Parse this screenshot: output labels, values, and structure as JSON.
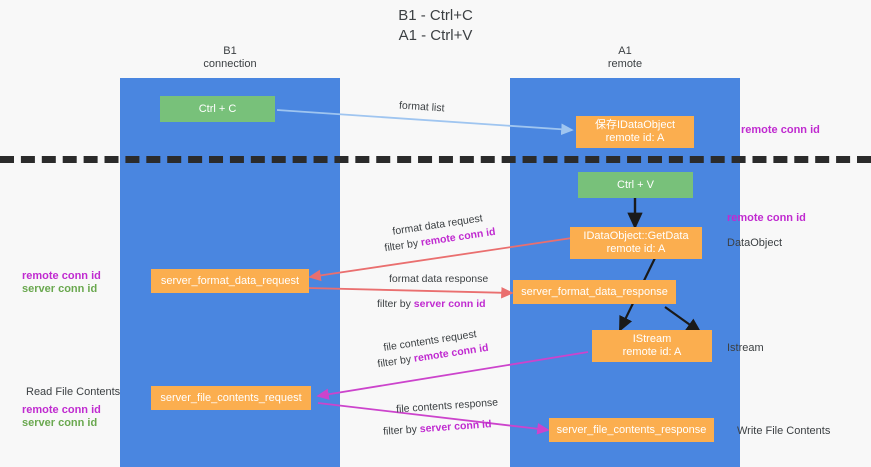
{
  "title": "B1 - Ctrl+C\nA1 - Ctrl+V",
  "columns": [
    {
      "name": "b1",
      "header": "B1\nconnection"
    },
    {
      "name": "a1",
      "header": "A1\nremote"
    }
  ],
  "boxes": {
    "ctrl_c": {
      "line1": "Ctrl + C",
      "line2": "",
      "color": "#78c17a"
    },
    "save_idobj": {
      "line1": "保存IDataObject",
      "line2": "remote id: A",
      "color": "#fbae4f"
    },
    "ctrl_v": {
      "line1": "Ctrl + V",
      "line2": "",
      "color": "#78c17a"
    },
    "getdata": {
      "line1": "IDataObject::GetData",
      "line2": "remote id: A",
      "color": "#fbae4f"
    },
    "fmt_req": {
      "line1": "server_format_data_request",
      "line2": "",
      "color": "#fbae4f"
    },
    "fmt_resp": {
      "line1": "server_format_data_response",
      "line2": "",
      "color": "#fbae4f"
    },
    "istream": {
      "line1": "IStream",
      "line2": "remote id: A",
      "color": "#fbae4f"
    },
    "file_req": {
      "line1": "server_file_contents_request",
      "line2": "",
      "color": "#fbae4f"
    },
    "file_resp": {
      "line1": "server_file_contents_response",
      "line2": "",
      "color": "#fbae4f"
    }
  },
  "arrow_labels": {
    "format_list": {
      "text": "format list",
      "highlight": ""
    },
    "fmt_req_l1": {
      "text": "format data request"
    },
    "fmt_req_l2": {
      "prefix": "filter by ",
      "highlight": "remote conn id"
    },
    "fmt_resp_l1": {
      "text": "format data response"
    },
    "fmt_resp_l2": {
      "prefix": "filter by ",
      "highlight": "server conn id"
    },
    "file_req_l1": {
      "text": "file contents request"
    },
    "file_req_l2": {
      "prefix": "filter by ",
      "highlight": "remote conn id"
    },
    "file_resp_l1": {
      "text": "file contents response"
    },
    "file_resp_l2": {
      "prefix": "filter by ",
      "highlight": "server conn id"
    }
  },
  "side_notes": {
    "right_remote_top": "remote conn id",
    "right_remote_mid": "remote conn id",
    "right_dataobject": "DataObject",
    "right_istream": "Istream",
    "right_write_file": "Write File Contents",
    "left_remote": "remote conn id",
    "left_server": "server conn id",
    "left_read_file": "Read File Contents",
    "left_remote2": "remote conn id",
    "left_server2": "server conn id"
  },
  "colors": {
    "lane": "#4a86e0",
    "green_box": "#78c17a",
    "orange_box": "#fbae4f",
    "magenta": "#c02bd0",
    "green_text": "#6aa84f",
    "arrow_blue": "#9fc5f0",
    "arrow_red": "#ea6f6f",
    "arrow_magenta": "#cc44cc",
    "arrow_black": "#1a1a1a",
    "background": "#f8f8f8",
    "dashed": "#2b2b2b"
  }
}
